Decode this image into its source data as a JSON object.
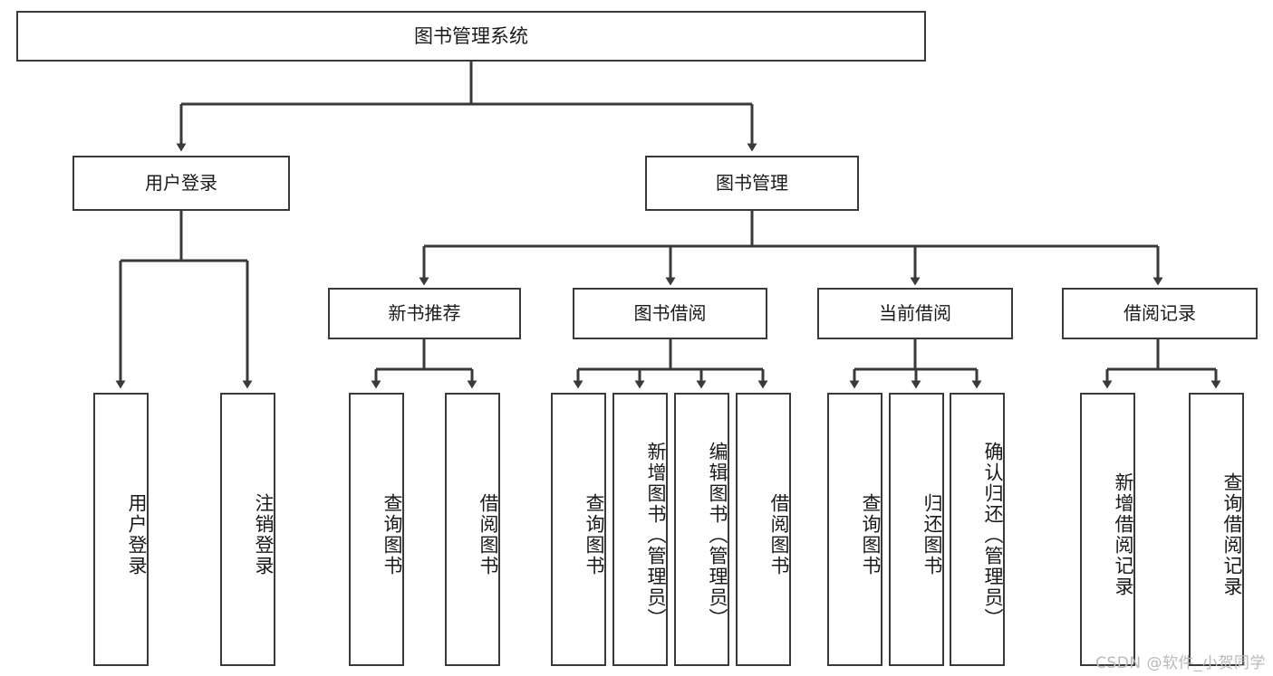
{
  "diagram": {
    "type": "tree",
    "title": "图书管理系统",
    "style": {
      "box_border_color": "#3a3a3a",
      "box_fill_color": "#ffffff",
      "edge_color": "#3a3a3a",
      "background_color": "#ffffff",
      "text_color": "#1a1a1a",
      "watermark_color": "#b9b9b9"
    },
    "nodes": {
      "root": {
        "label": "图书管理系统",
        "level": 1
      },
      "l2": [
        {
          "id": "user_login",
          "label": "用户登录",
          "level": 2
        },
        {
          "id": "book_mgmt",
          "label": "图书管理",
          "level": 2
        }
      ],
      "l3": [
        {
          "id": "new_book_rec",
          "label": "新书推荐",
          "level": 3,
          "parent": "book_mgmt"
        },
        {
          "id": "book_borrow",
          "label": "图书借阅",
          "level": 3,
          "parent": "book_mgmt"
        },
        {
          "id": "current_borrow",
          "label": "当前借阅",
          "level": 3,
          "parent": "book_mgmt"
        },
        {
          "id": "borrow_record",
          "label": "借阅记录",
          "level": 3,
          "parent": "book_mgmt"
        }
      ],
      "leaves": [
        {
          "id": "leaf_user_login",
          "label": "用户登录",
          "parent": "user_login"
        },
        {
          "id": "leaf_logout",
          "label": "注销登录",
          "parent": "user_login"
        },
        {
          "id": "leaf_query_book_a",
          "label": "查询图书",
          "parent": "new_book_rec"
        },
        {
          "id": "leaf_borrow_book_a",
          "label": "借阅图书",
          "parent": "new_book_rec"
        },
        {
          "id": "leaf_query_book_b",
          "label": "查询图书",
          "parent": "book_borrow"
        },
        {
          "id": "leaf_add_book",
          "label": "新增图书（管理员）",
          "parent": "book_borrow"
        },
        {
          "id": "leaf_edit_book",
          "label": "编辑图书（管理员）",
          "parent": "book_borrow"
        },
        {
          "id": "leaf_borrow_book_b",
          "label": "借阅图书",
          "parent": "book_borrow"
        },
        {
          "id": "leaf_query_book_c",
          "label": "查询图书",
          "parent": "current_borrow"
        },
        {
          "id": "leaf_return_book",
          "label": "归还图书",
          "parent": "current_borrow"
        },
        {
          "id": "leaf_confirm_return",
          "label": "确认归还（管理员）",
          "parent": "current_borrow"
        },
        {
          "id": "leaf_add_record",
          "label": "新增借阅记录",
          "parent": "borrow_record"
        },
        {
          "id": "leaf_query_record",
          "label": "查询借阅记录",
          "parent": "borrow_record"
        }
      ]
    },
    "watermark": "CSDN @软件_小贺同学"
  }
}
